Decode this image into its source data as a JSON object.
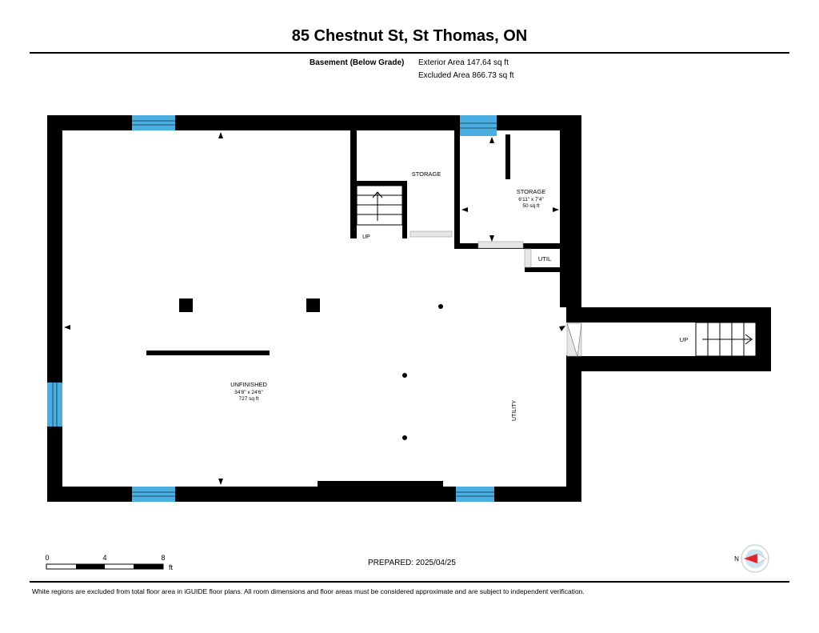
{
  "header": {
    "title": "85 Chestnut St, St Thomas, ON",
    "level_label": "Basement (Below Grade)",
    "exterior_area": "Exterior Area 147.64 sq ft",
    "excluded_area": "Excluded Area 866.73 sq ft"
  },
  "rooms": {
    "unfinished": {
      "name": "UNFINISHED",
      "dims": "34'8\" x 24'6\"",
      "area": "727 sq ft"
    },
    "storage_left": {
      "name": "STORAGE"
    },
    "storage_right": {
      "name": "STORAGE",
      "dims": "6'11\" x 7'4\"",
      "area": "50 sq ft"
    },
    "util": {
      "name": "UTIL"
    },
    "utility": {
      "name": "UTILITY"
    },
    "stairs_up_inner": "UP",
    "stairs_up_outer": "UP"
  },
  "scale_bar": {
    "labels": [
      "0",
      "4",
      "8"
    ],
    "unit": "ft"
  },
  "compass": {
    "label": "N"
  },
  "prepared": "PREPARED: 2025/04/25",
  "footer": "White regions are excluded from total floor area in iGUIDE floor plans. All room dimensions and floor areas must be considered approximate and are subject to independent verification.",
  "colors": {
    "wall": "#000000",
    "window": "#4aaee0",
    "compass_needle": "#e0262b"
  }
}
